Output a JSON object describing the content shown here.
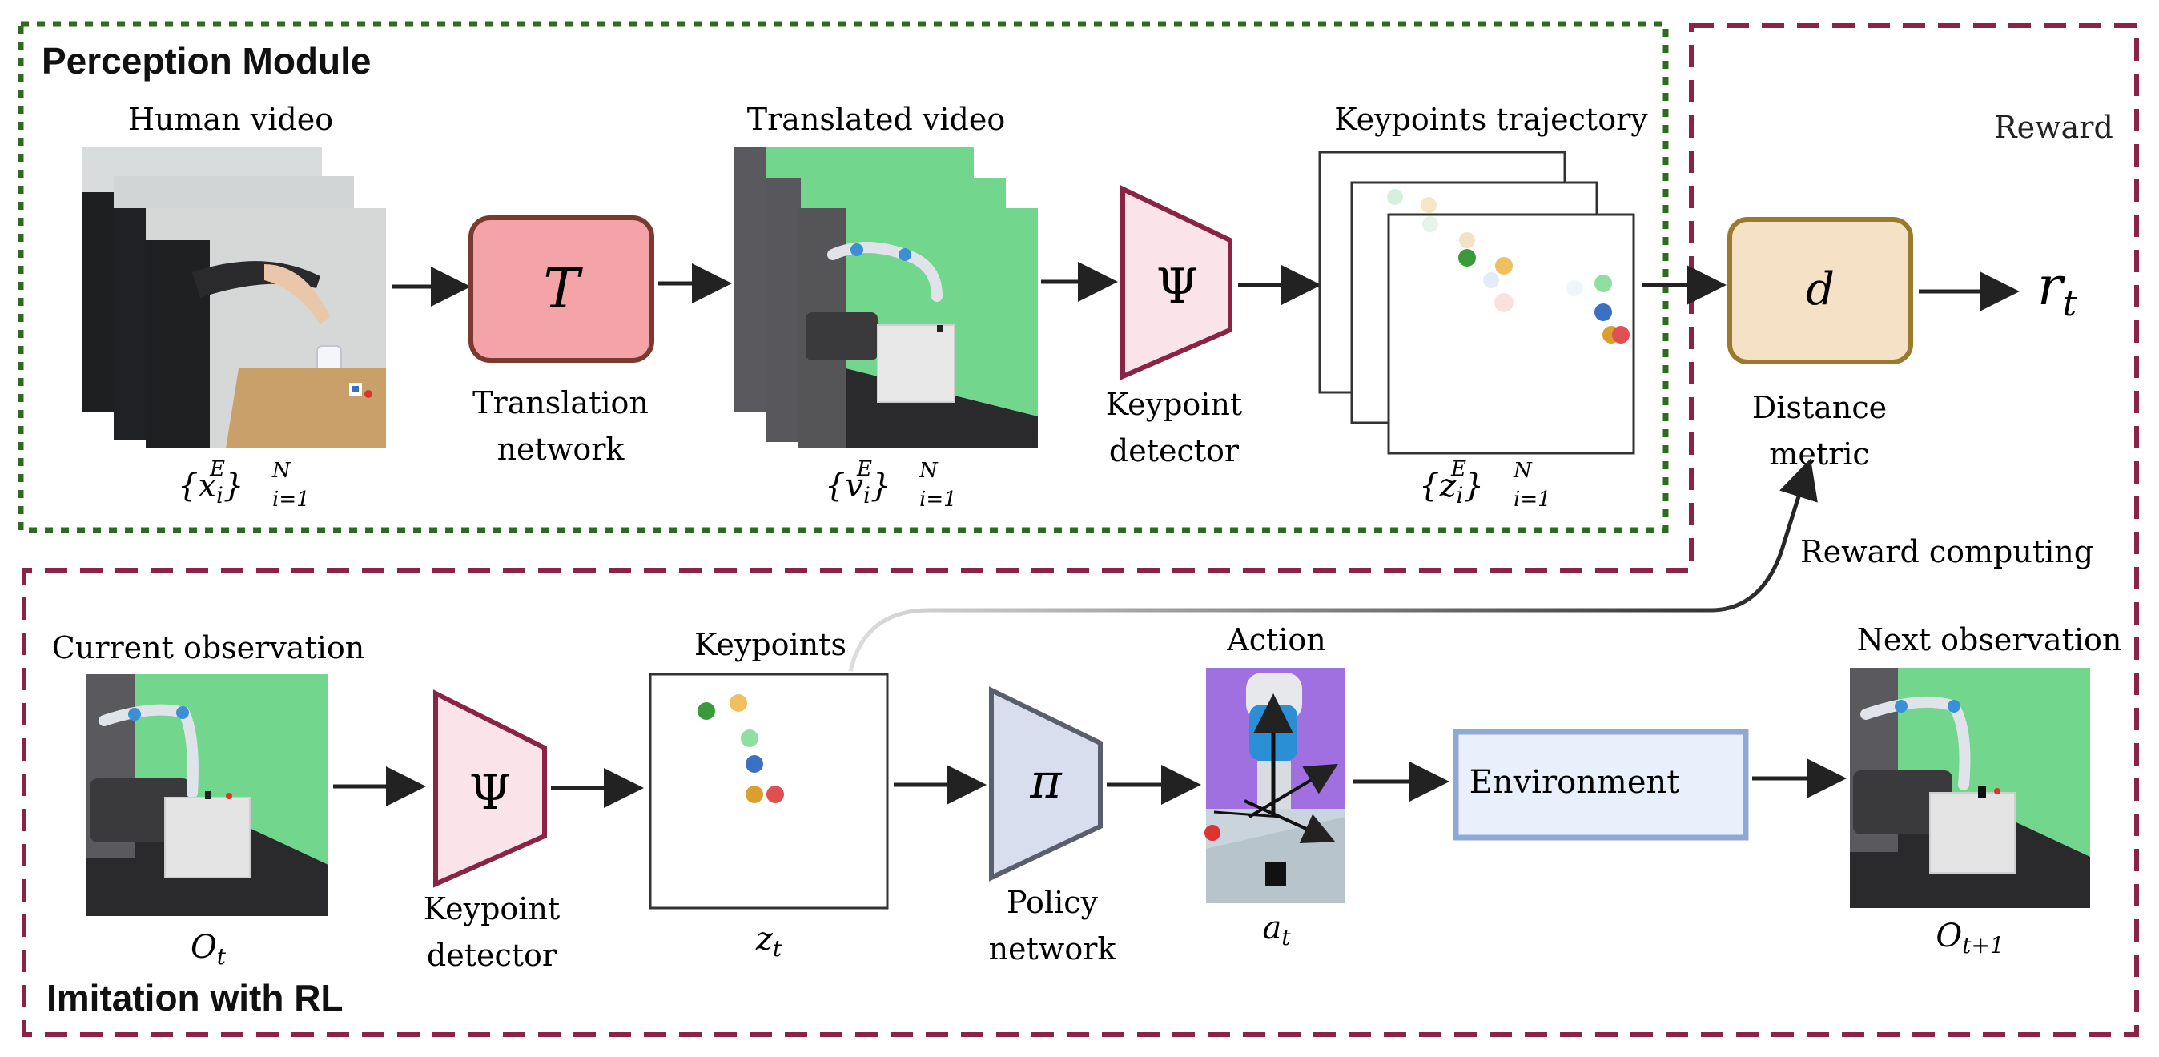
{
  "perception": {
    "title": "Perception Module",
    "human_video": {
      "label": "Human video",
      "symbol": "{x",
      "sup": "E",
      "sub": "i",
      "close": "}",
      "range_sup": "N",
      "range_sub": "i=1"
    },
    "translation": {
      "symbol": "T",
      "caption_1": "Translation",
      "caption_2": "network"
    },
    "translated_video": {
      "label": "Translated video",
      "symbol": "{v",
      "sup": "E",
      "sub": "i",
      "close": "}",
      "range_sup": "N",
      "range_sub": "i=1"
    },
    "detector": {
      "symbol": "Ψ",
      "caption_1": "Keypoint",
      "caption_2": "detector"
    },
    "trajectory": {
      "label": "Keypoints trajectory",
      "symbol": "{z",
      "sup": "E",
      "sub": "i",
      "close": "}",
      "range_sup": "N",
      "range_sub": "i=1"
    }
  },
  "reward": {
    "title": "Reward",
    "distance": {
      "symbol": "d",
      "caption_1": "Distance",
      "caption_2": "metric"
    },
    "output": {
      "symbol": "r",
      "sub": "t"
    },
    "computing_label": "Reward computing"
  },
  "imitation": {
    "title": "Imitation with RL",
    "current_obs": {
      "label": "Current observation",
      "symbol": "O",
      "sub": "t"
    },
    "detector": {
      "symbol": "Ψ",
      "caption_1": "Keypoint",
      "caption_2": "detector"
    },
    "keypoints": {
      "label": "Keypoints",
      "symbol": "z",
      "sub": "t"
    },
    "policy": {
      "symbol": "π",
      "caption_1": "Policy",
      "caption_2": "network"
    },
    "action": {
      "label": "Action",
      "symbol": "a",
      "sub": "t"
    },
    "environment": {
      "label": "Environment"
    },
    "next_obs": {
      "label": "Next observation",
      "symbol": "O",
      "sub": "t+1"
    }
  },
  "colors": {
    "perception_border": "#2e6b1f",
    "imitation_border": "#8b2346",
    "translation_fill": "#f4a3a8",
    "translation_stroke": "#7a3a2e",
    "detector_fill": "#fbe3ea",
    "detector_stroke": "#8b2346",
    "distance_fill": "#f5e2c6",
    "distance_stroke": "#9a7a2e",
    "policy_fill": "#d9deef",
    "policy_stroke": "#5a5f70",
    "environment_fill": "#e8f0fb",
    "environment_stroke": "#8fa8d4",
    "sim_green": "#72d68c",
    "action_purple": "#a06fe0"
  },
  "keypoint_colors": [
    "#3a9a3a",
    "#f0c060",
    "#8fe0a0",
    "#3b6fc4",
    "#d9a030",
    "#e05050"
  ]
}
